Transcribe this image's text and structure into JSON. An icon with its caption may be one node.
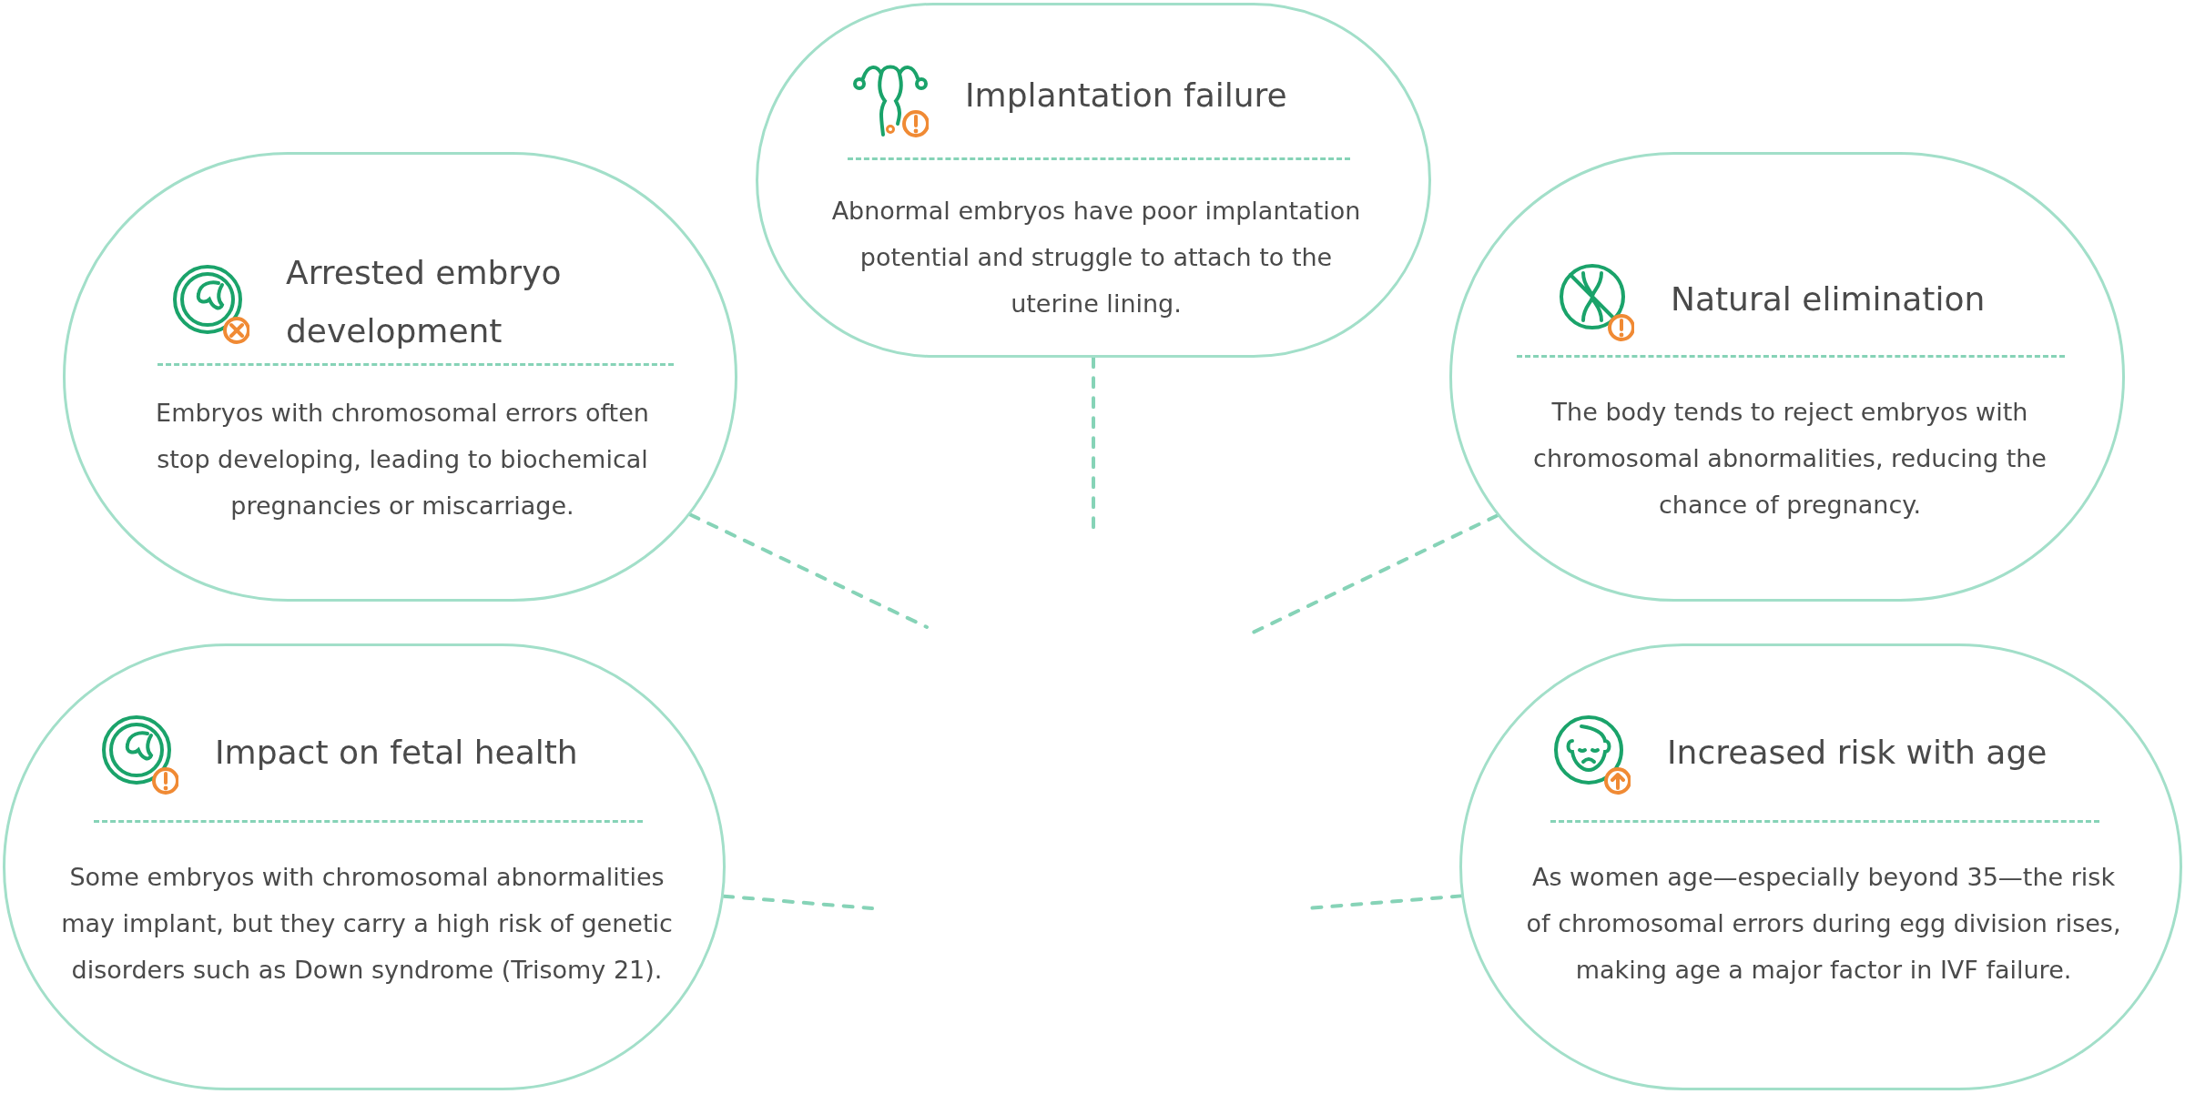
{
  "diagram": {
    "nodes": [
      {
        "text": [
          "Implantation failure",
          "Abnormal embryos have poor implantation potential and struggle to attach to the uterine lining."
        ]
      },
      {
        "text": [
          "Arrested embryo development",
          "Embryos with chromosomal errors often stop developing, leading to biochemical pregnancies or miscarriage."
        ]
      },
      {
        "text": [
          "Natural elimination",
          "The body tends to reject embryos with chromosomal abnormalities, reducing the chance of pregnancy."
        ]
      },
      {
        "text": [
          "Impact on fetal health",
          "Some embryos with chromosomal abnormalities may implant, but they carry a high risk of genetic disorders such as Down syndrome (Trisomy 21)."
        ]
      },
      {
        "text": [
          "Increased risk with age",
          "As women age—especially beyond 35—the risk of chromosomal errors during egg division rises, making age a major factor in IVF failure."
        ]
      }
    ],
    "edges": [
      {
        "from": 0,
        "to": null,
        "arrow": "none",
        "style": "dashed"
      },
      {
        "from": 1,
        "to": null,
        "arrow": "none",
        "style": "dashed"
      },
      {
        "from": 2,
        "to": null,
        "arrow": "none",
        "style": "dashed"
      },
      {
        "from": 3,
        "to": null,
        "arrow": "none",
        "style": "dashed"
      },
      {
        "from": 4,
        "to": null,
        "arrow": "none",
        "style": "dashed"
      }
    ]
  }
}
